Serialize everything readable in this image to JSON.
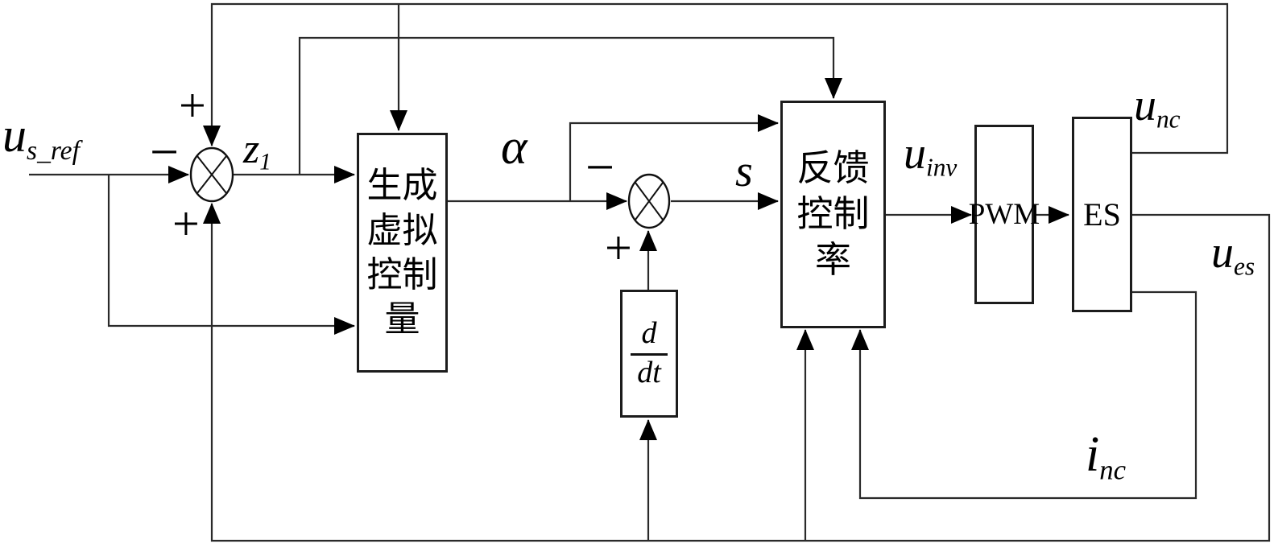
{
  "diagram": {
    "type": "control-system-block-diagram",
    "colors": {
      "line": "#2a2a2a",
      "text": "#000000",
      "background": "#ffffff"
    },
    "blocks": {
      "virtual_control": {
        "label": "生成虚拟控制量"
      },
      "feedback_control": {
        "label": "反馈控制率"
      },
      "derivative": {
        "numerator": "d",
        "denominator": "dt"
      },
      "pwm": {
        "label": "PWM"
      },
      "es": {
        "label": "ES"
      }
    },
    "signals": {
      "us_ref": {
        "base": "u",
        "sub": "s_ref"
      },
      "z1": {
        "base": "z",
        "sub": "1"
      },
      "alpha": {
        "base": "α"
      },
      "s": {
        "base": "s"
      },
      "u_inv": {
        "base": "u",
        "sub": "inv"
      },
      "u_nc": {
        "base": "u",
        "sub": "nc"
      },
      "u_es": {
        "base": "u",
        "sub": "es"
      },
      "i_nc": {
        "base": "i",
        "sub": "nc"
      }
    },
    "junctions": {
      "j1": {
        "top_sign": "+",
        "left_sign": "−",
        "bottom_sign": "+"
      },
      "j2": {
        "left_sign": "−",
        "bottom_sign": "+"
      }
    }
  }
}
